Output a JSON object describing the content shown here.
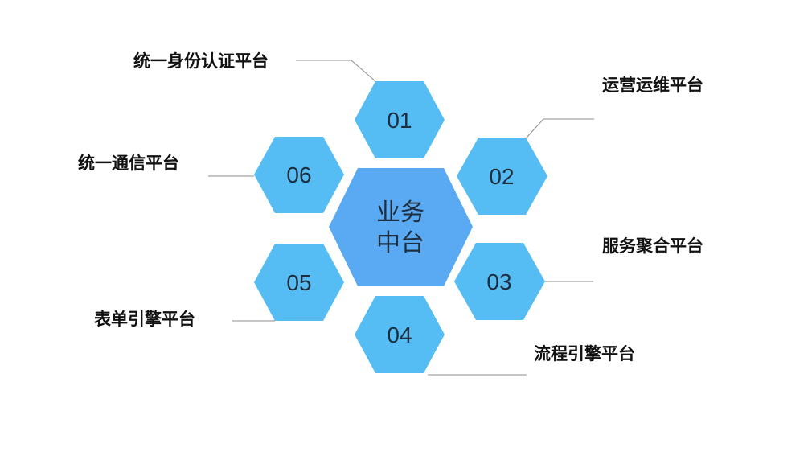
{
  "center": {
    "line1": "业务",
    "line2": "中台",
    "color": "#5aaaf3"
  },
  "hex_color": "#56bdf4",
  "modules": [
    {
      "number": "01",
      "label": "统一身份认证平台"
    },
    {
      "number": "02",
      "label": "运营运维平台"
    },
    {
      "number": "03",
      "label": "服务聚合平台"
    },
    {
      "number": "04",
      "label": "流程引擎平台"
    },
    {
      "number": "05",
      "label": "表单引擎平台"
    },
    {
      "number": "06",
      "label": "统一通信平台"
    }
  ]
}
